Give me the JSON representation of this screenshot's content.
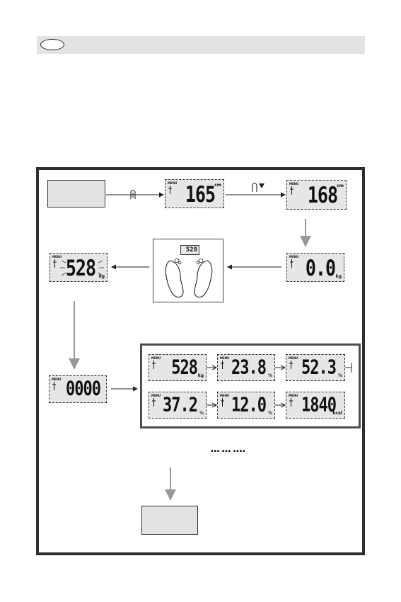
{
  "header": {
    "badge_text": ""
  },
  "flow": {
    "start_box_label": "",
    "end_box_label": "",
    "steps": [
      {
        "menu": "MENU",
        "value": "165",
        "unit": "cm"
      },
      {
        "menu": "MENU",
        "value": "168",
        "unit": "cm"
      },
      {
        "menu": "MENU",
        "value": "0.0",
        "unit": "kg"
      },
      {
        "menu": "MENU",
        "value": "528",
        "unit": "kg"
      },
      {
        "menu": "MENU",
        "value": "0000",
        "unit": ""
      }
    ],
    "scale_mini_value": "528"
  },
  "results": [
    {
      "menu": "MENU",
      "value": "528",
      "unit": "kg"
    },
    {
      "menu": "MENU",
      "value": "23.8",
      "unit": "%"
    },
    {
      "menu": "MENU",
      "value": "52.3",
      "unit": "%"
    },
    {
      "menu": "MENU",
      "value": "37.2",
      "unit": "%"
    },
    {
      "menu": "MENU",
      "value": "12.0",
      "unit": "%"
    },
    {
      "menu": "MENU",
      "value": "1840",
      "unit": "kcal"
    }
  ],
  "status_dots": "▪▪▪ ▪▪▪ ▪▪▪▪",
  "colors": {
    "lcd_bg": "#e6e6e6",
    "frame": "#2e2e2e",
    "arrow": "#999999"
  }
}
